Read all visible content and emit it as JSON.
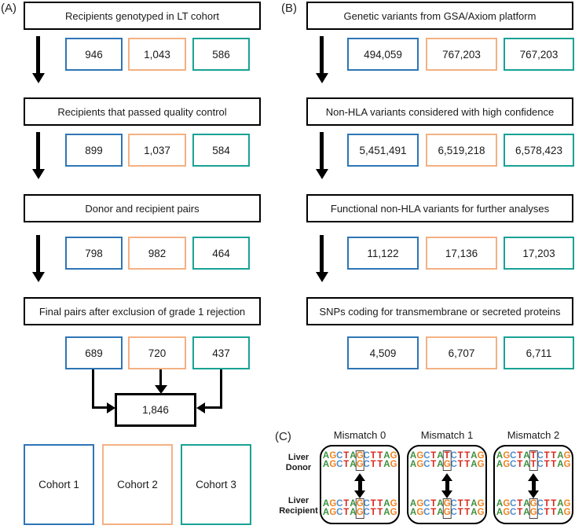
{
  "figure": {
    "panel_a_label": "(A)",
    "panel_b_label": "(B)",
    "panel_c_label": "(C)"
  },
  "colors": {
    "cohort_columns": [
      "#2E75B6",
      "#F4B183",
      "#18A295"
    ],
    "flow_lines": "#000000"
  },
  "panelA": {
    "steps": [
      {
        "title": "Recipients genotyped in LT cohort",
        "values": [
          "946",
          "1,043",
          "586"
        ]
      },
      {
        "title": "Recipients that passed quality control",
        "values": [
          "899",
          "1,037",
          "584"
        ]
      },
      {
        "title": "Donor and recipient pairs",
        "values": [
          "798",
          "982",
          "464"
        ]
      },
      {
        "title": "Final pairs after exclusion of grade 1 rejection",
        "values": [
          "689",
          "720",
          "437"
        ]
      }
    ],
    "merge_total": "1,846",
    "legend": [
      {
        "label": "Cohort 1"
      },
      {
        "label": "Cohort 2"
      },
      {
        "label": "Cohort 3"
      }
    ]
  },
  "panelB": {
    "steps": [
      {
        "title": "Genetic variants from GSA/Axiom platform",
        "values": [
          "494,059",
          "767,203",
          "767,203"
        ]
      },
      {
        "title": "Non-HLA variants considered with high confidence",
        "values": [
          "5,451,491",
          "6,519,218",
          "6,578,423"
        ]
      },
      {
        "title": "Functional non-HLA variants for further analyses",
        "values": [
          "11,122",
          "17,136",
          "17,203"
        ]
      },
      {
        "title": "SNPs coding for transmembrane or secreted proteins",
        "values": [
          "4,509",
          "6,707",
          "6,711"
        ]
      }
    ]
  },
  "panelC": {
    "titles": [
      "Mismatch 0",
      "Mismatch 1",
      "Mismatch 2"
    ],
    "donor_label": "Liver\nDonor",
    "recipient_label": "Liver\nRecipient",
    "base_colors": {
      "A": "#3C9140",
      "C": "#4D8FCE",
      "G": "#F08221",
      "T": "#D8291D"
    },
    "mismatches": [
      {
        "donor": [
          "AGCTAGCTTAG",
          "AGCTAGCTTAG"
        ],
        "recipient": [
          "AGCTAGCTTAG",
          "AGCTAGCTTAG"
        ],
        "boxed_index": 5
      },
      {
        "donor": [
          "AGCTATCTTAG",
          "AGCTAGCTTAG"
        ],
        "recipient": [
          "AGCTAGCTTAG",
          "AGCTAGCTTAG"
        ],
        "boxed_index": 5
      },
      {
        "donor": [
          "AGCTATCTTAG",
          "AGCTATCTTAG"
        ],
        "recipient": [
          "AGCTAGCTTAG",
          "AGCTAGCTTAG"
        ],
        "boxed_index": 5
      }
    ]
  }
}
